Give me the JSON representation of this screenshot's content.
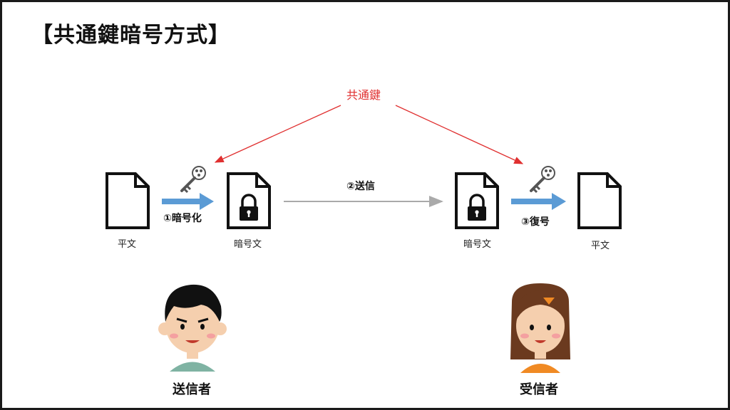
{
  "title": "【共通鍵暗号方式】",
  "shared_key_label": "共通鍵",
  "documents": {
    "plain_left": "平文",
    "cipher_left": "暗号文",
    "cipher_right": "暗号文",
    "plain_right": "平文"
  },
  "steps": {
    "encrypt": "①暗号化",
    "send": "②送信",
    "decrypt": "③復号"
  },
  "people": {
    "sender": "送信者",
    "receiver": "受信者"
  },
  "colors": {
    "key_arrow": "#e03030",
    "step_arrow": "#5b9bd5",
    "send_arrow": "#aaaaaa"
  },
  "icons": [
    "document-icon",
    "locked-document-icon",
    "key-icon",
    "boy-avatar",
    "girl-avatar"
  ]
}
